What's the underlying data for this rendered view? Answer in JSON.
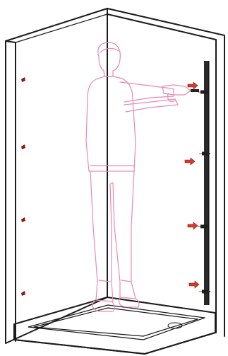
{
  "colors": {
    "outline": "#1b1b1b",
    "figure": "#e889b4",
    "arrow": "#d83a2a",
    "screw": "#1e1e1e",
    "hole": "#8a1a1a",
    "background": "#ffffff"
  },
  "icons": {
    "arrow": "red-right-arrow",
    "screw": "wall-plug-screw",
    "hole": "drill-hole"
  }
}
